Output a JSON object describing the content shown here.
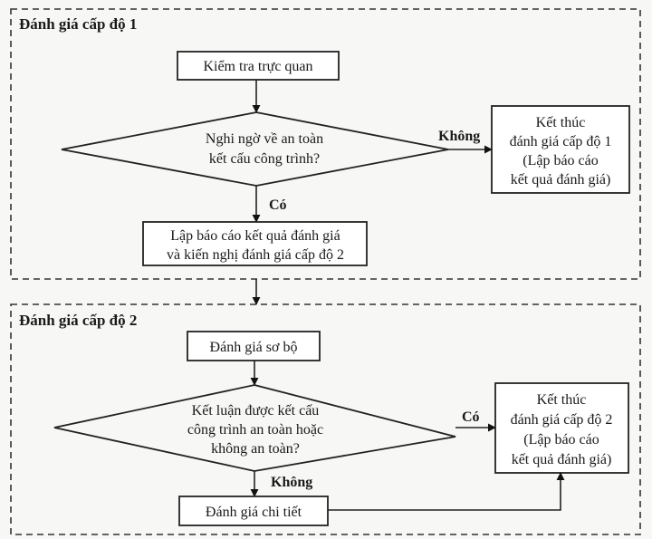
{
  "sections": [
    {
      "title": "Đánh giá cấp độ 1"
    },
    {
      "title": "Đánh giá cấp độ 2"
    }
  ],
  "level1": {
    "start": {
      "lines": [
        "Kiểm tra trực quan"
      ]
    },
    "decision": {
      "lines": [
        "Nghi ngờ về an toàn",
        "kết cấu công trình?"
      ]
    },
    "no_label": "Không",
    "yes_label": "Có",
    "end": {
      "lines": [
        "Kết thúc",
        "đánh giá cấp độ 1",
        "(Lập báo cáo",
        "kết quả đánh giá)"
      ]
    },
    "report": {
      "lines": [
        "Lập báo cáo kết quả đánh giá",
        "và kiến nghị đánh giá cấp độ 2"
      ]
    }
  },
  "level2": {
    "start": {
      "lines": [
        "Đánh giá sơ bộ"
      ]
    },
    "decision": {
      "lines": [
        "Kết luận được kết cấu",
        "công trình an toàn hoặc",
        "không an toàn?"
      ]
    },
    "yes_label": "Có",
    "no_label": "Không",
    "end": {
      "lines": [
        "Kết thúc",
        "đánh giá cấp độ 2",
        "(Lập báo cáo",
        "kết quả đánh giá)"
      ]
    },
    "detail": {
      "lines": [
        "Đánh giá chi tiết"
      ]
    }
  }
}
